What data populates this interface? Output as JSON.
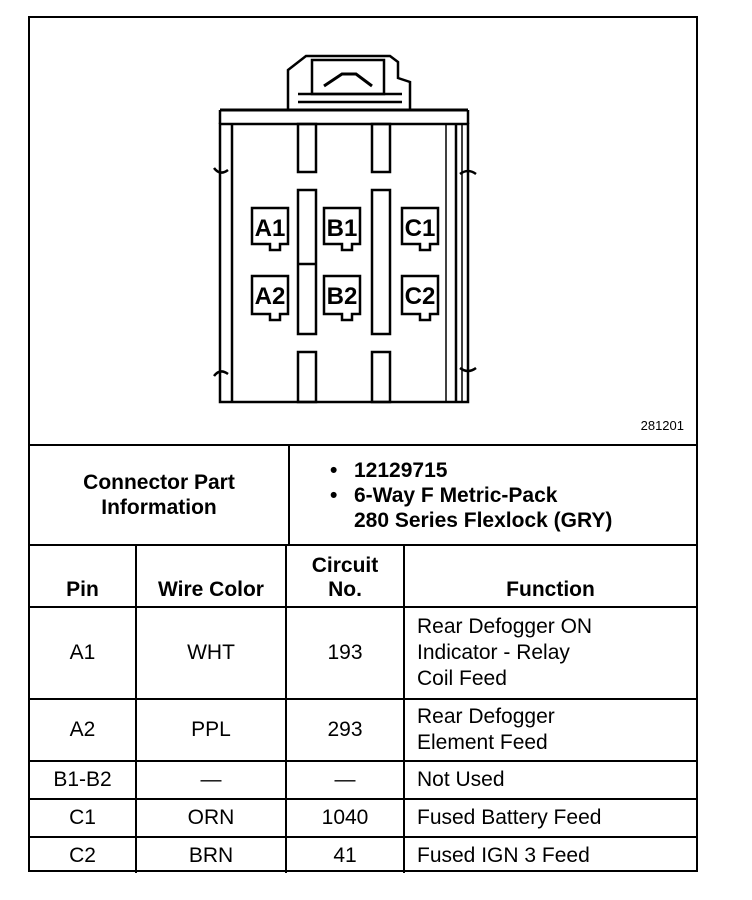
{
  "figure_id": "281201",
  "connector": {
    "pins": [
      "A1",
      "B1",
      "C1",
      "A2",
      "B2",
      "C2"
    ]
  },
  "part_info": {
    "title_line1": "Connector Part",
    "title_line2": "Information",
    "items": [
      "12129715",
      "6-Way F Metric-Pack",
      "280 Series Flexlock (GRY)"
    ]
  },
  "table": {
    "headers": {
      "pin": "Pin",
      "wire_color": "Wire Color",
      "circuit_line1": "Circuit",
      "circuit_line2": "No.",
      "function": "Function"
    },
    "rows": [
      {
        "pin": "A1",
        "wire": "WHT",
        "circuit": "193",
        "function_lines": [
          "Rear Defogger ON",
          "Indicator - Relay",
          "Coil Feed"
        ]
      },
      {
        "pin": "A2",
        "wire": "PPL",
        "circuit": "293",
        "function_lines": [
          "Rear Defogger",
          "Element Feed"
        ]
      },
      {
        "pin": "B1-B2",
        "wire": "—",
        "circuit": "—",
        "function_lines": [
          "Not Used"
        ]
      },
      {
        "pin": "C1",
        "wire": "ORN",
        "circuit": "1040",
        "function_lines": [
          "Fused Battery Feed"
        ]
      },
      {
        "pin": "C2",
        "wire": "BRN",
        "circuit": "41",
        "function_lines": [
          "Fused IGN 3 Feed"
        ]
      }
    ]
  }
}
